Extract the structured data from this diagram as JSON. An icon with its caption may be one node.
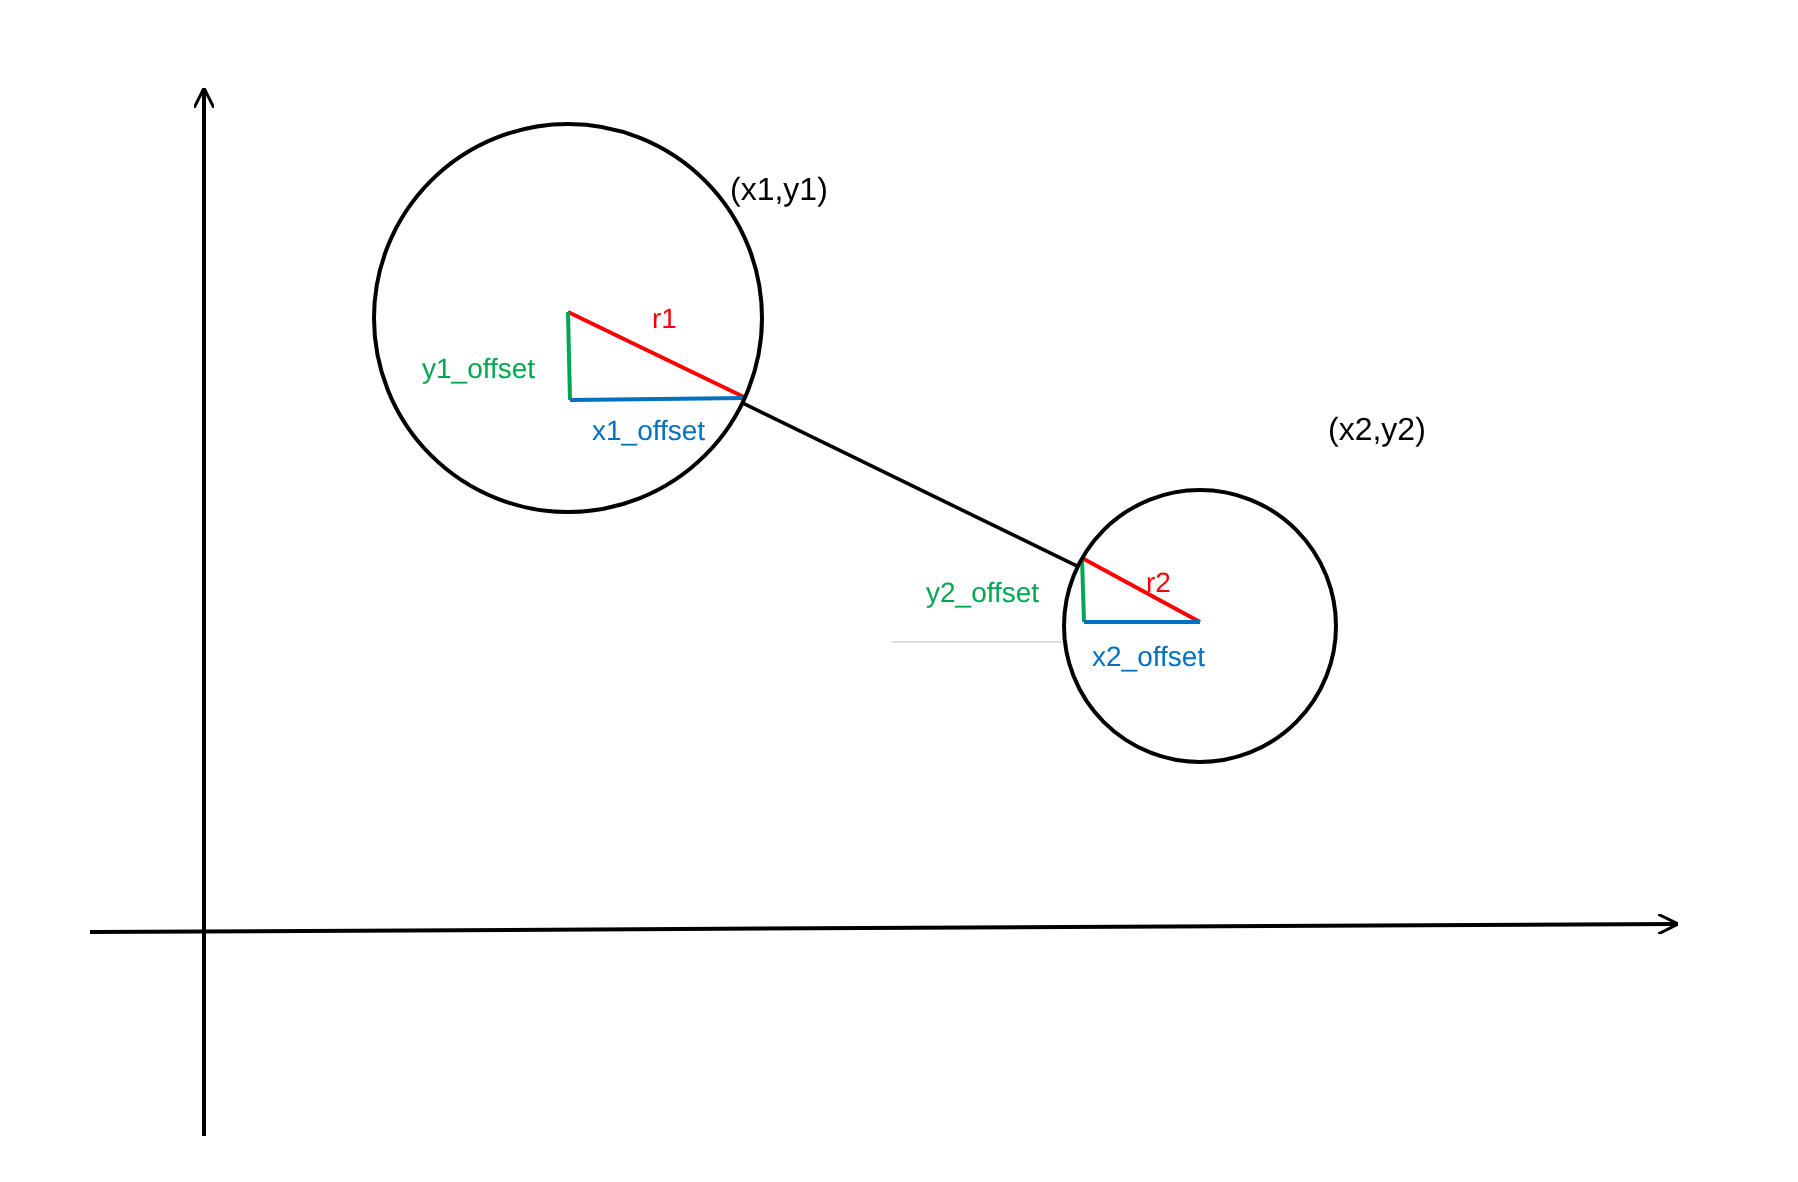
{
  "diagram": {
    "nodes": [
      {
        "text": [],
        "shape": "circle",
        "beside": [
          "(x1,y1)"
        ]
      },
      {
        "text": [],
        "shape": "circle",
        "beside": [
          "(x2,y2)"
        ]
      }
    ],
    "edges": [
      {
        "from": 0,
        "to": 1,
        "arrow": "none"
      }
    ],
    "labels": [
      "r1",
      "y1_offset",
      "x1_offset",
      "y2_offset",
      "r2",
      "x2_offset"
    ]
  }
}
